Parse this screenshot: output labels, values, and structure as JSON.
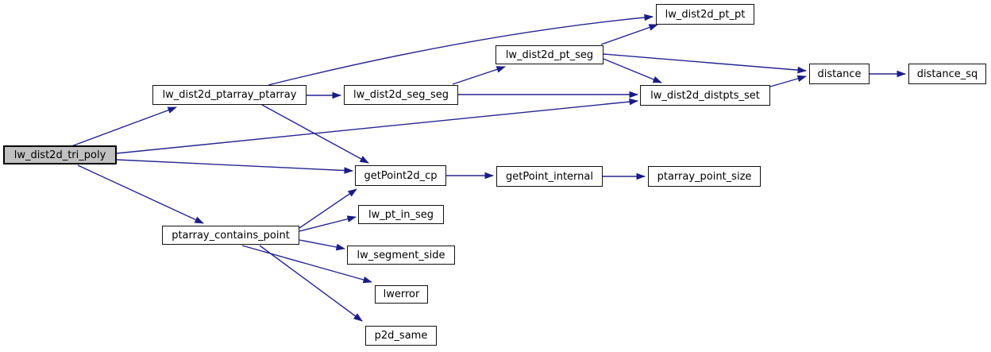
{
  "diagram": {
    "type": "call-graph",
    "colors": {
      "edge": "#25258f",
      "arrowhead": "#1c1c86",
      "node_border": "#111111",
      "node_fill": "#ffffff",
      "highlight_fill": "#c0c0c0",
      "text": "#000000",
      "background": "#ffffff"
    },
    "nodes": [
      {
        "id": "lw_dist2d_tri_poly",
        "label": "lw_dist2d_tri_poly",
        "highlighted": true
      },
      {
        "id": "lw_dist2d_ptarray_ptarray",
        "label": "lw_dist2d_ptarray_ptarray",
        "highlighted": false
      },
      {
        "id": "lw_dist2d_seg_seg",
        "label": "lw_dist2d_seg_seg",
        "highlighted": false
      },
      {
        "id": "lw_dist2d_pt_seg",
        "label": "lw_dist2d_pt_seg",
        "highlighted": false
      },
      {
        "id": "lw_dist2d_pt_pt",
        "label": "lw_dist2d_pt_pt",
        "highlighted": false
      },
      {
        "id": "lw_dist2d_distpts_set",
        "label": "lw_dist2d_distpts_set",
        "highlighted": false
      },
      {
        "id": "distance",
        "label": "distance",
        "highlighted": false
      },
      {
        "id": "distance_sq",
        "label": "distance_sq",
        "highlighted": false
      },
      {
        "id": "getPoint2d_cp",
        "label": "getPoint2d_cp",
        "highlighted": false
      },
      {
        "id": "getPoint_internal",
        "label": "getPoint_internal",
        "highlighted": false
      },
      {
        "id": "ptarray_point_size",
        "label": "ptarray_point_size",
        "highlighted": false
      },
      {
        "id": "ptarray_contains_point",
        "label": "ptarray_contains_point",
        "highlighted": false
      },
      {
        "id": "lw_pt_in_seg",
        "label": "lw_pt_in_seg",
        "highlighted": false
      },
      {
        "id": "lw_segment_side",
        "label": "lw_segment_side",
        "highlighted": false
      },
      {
        "id": "lwerror",
        "label": "lwerror",
        "highlighted": false
      },
      {
        "id": "p2d_same",
        "label": "p2d_same",
        "highlighted": false
      }
    ],
    "edges": [
      [
        "lw_dist2d_tri_poly",
        "lw_dist2d_ptarray_ptarray"
      ],
      [
        "lw_dist2d_tri_poly",
        "lw_dist2d_distpts_set"
      ],
      [
        "lw_dist2d_tri_poly",
        "getPoint2d_cp"
      ],
      [
        "lw_dist2d_tri_poly",
        "ptarray_contains_point"
      ],
      [
        "lw_dist2d_ptarray_ptarray",
        "lw_dist2d_pt_pt"
      ],
      [
        "lw_dist2d_ptarray_ptarray",
        "lw_dist2d_seg_seg"
      ],
      [
        "lw_dist2d_ptarray_ptarray",
        "getPoint2d_cp"
      ],
      [
        "lw_dist2d_seg_seg",
        "lw_dist2d_pt_seg"
      ],
      [
        "lw_dist2d_seg_seg",
        "lw_dist2d_distpts_set"
      ],
      [
        "lw_dist2d_pt_seg",
        "lw_dist2d_pt_pt"
      ],
      [
        "lw_dist2d_pt_seg",
        "distance"
      ],
      [
        "lw_dist2d_pt_seg",
        "lw_dist2d_distpts_set"
      ],
      [
        "lw_dist2d_distpts_set",
        "distance"
      ],
      [
        "distance",
        "distance_sq"
      ],
      [
        "getPoint2d_cp",
        "getPoint_internal"
      ],
      [
        "getPoint_internal",
        "ptarray_point_size"
      ],
      [
        "ptarray_contains_point",
        "getPoint2d_cp"
      ],
      [
        "ptarray_contains_point",
        "lw_pt_in_seg"
      ],
      [
        "ptarray_contains_point",
        "lw_segment_side"
      ],
      [
        "ptarray_contains_point",
        "lwerror"
      ],
      [
        "ptarray_contains_point",
        "p2d_same"
      ]
    ]
  }
}
